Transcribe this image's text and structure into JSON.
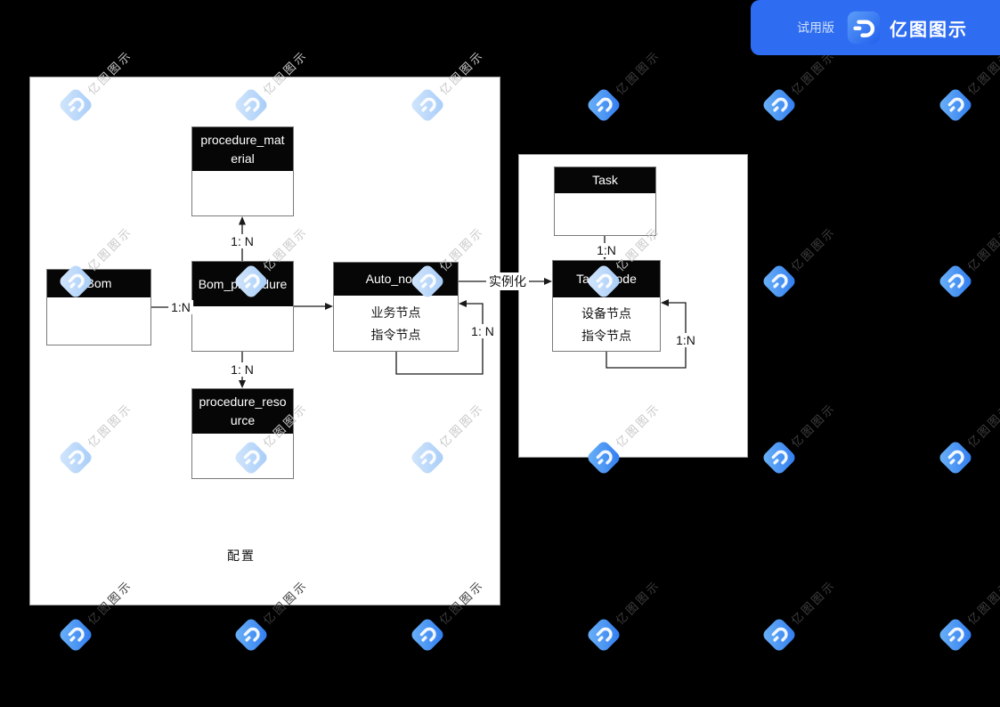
{
  "banner": {
    "trial_label": "试用版",
    "app_name": "亿图图示"
  },
  "watermark": {
    "text": "亿图图示"
  },
  "colors": {
    "background": "#000000",
    "banner_blue": "#2e6cf1",
    "entity_header": "#060606",
    "watermark_blue": "#3b8bf0"
  },
  "diagram": {
    "group_label": "配置",
    "entities": [
      {
        "name": "procedure_material",
        "attrs": []
      },
      {
        "name": "Bom",
        "attrs": []
      },
      {
        "name": "Bom_procedure",
        "attrs": []
      },
      {
        "name": "Auto_node",
        "attrs": [
          "业务节点",
          "指令节点"
        ]
      },
      {
        "name": "procedure_resource",
        "attrs": []
      },
      {
        "name": "Task",
        "attrs": []
      },
      {
        "name": "Task_node",
        "attrs": [
          "设备节点",
          "指令节点"
        ]
      }
    ],
    "labels": {
      "bom_to_bom_procedure": "1:N",
      "bom_procedure_to_material": "1: N",
      "bom_procedure_to_resource": "1: N",
      "auto_node_self_loop": "1: N",
      "instantiate": "实例化",
      "task_to_task_node": "1:N",
      "task_node_self_loop": "1:N"
    }
  }
}
